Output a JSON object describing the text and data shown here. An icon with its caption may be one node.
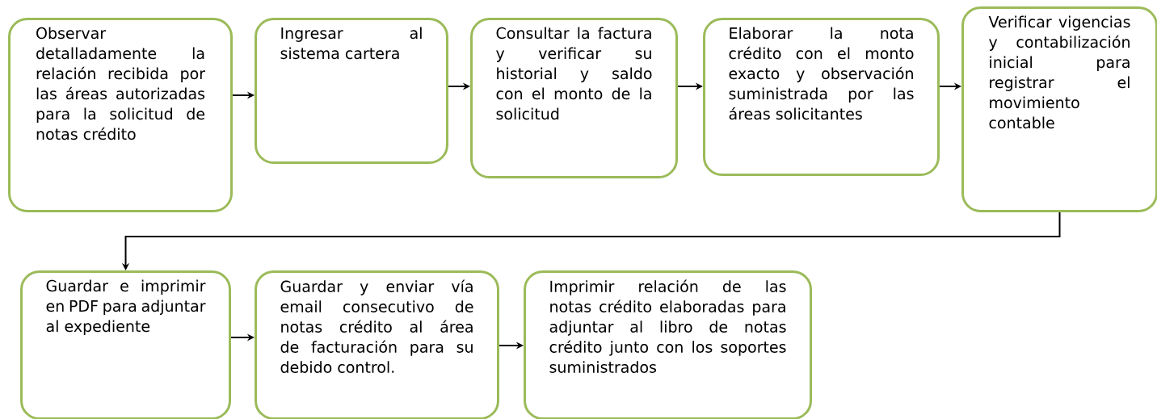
{
  "diagram": {
    "nodes": [
      {
        "text": [
          "Observar detalladamente la relación recibida por las áreas autorizadas para la solicitud de notas crédito"
        ]
      },
      {
        "text": [
          "Ingresar al sistema cartera"
        ]
      },
      {
        "text": [
          "Consultar la factura y verificar su historial y saldo con el monto de la solicitud"
        ]
      },
      {
        "text": [
          "Elaborar la nota crédito con el monto exacto y observación suministrada por las áreas solicitantes"
        ]
      },
      {
        "text": [
          "Verificar vigencias y contabilización inicial para registrar el movimiento contable"
        ]
      },
      {
        "text": [
          "Guardar e imprimir en PDF para adjuntar al expediente"
        ]
      },
      {
        "text": [
          "Guardar y enviar vía email consecutivo de notas crédito al área de facturación para su debido control."
        ]
      },
      {
        "text": [
          "Imprimir relación de las notas crédito elaboradas para adjuntar al libro de notas crédito junto con los soportes suministrados"
        ]
      }
    ],
    "edges": [
      {
        "from": 0,
        "to": 1,
        "arrow": "to"
      },
      {
        "from": 1,
        "to": 2,
        "arrow": "to"
      },
      {
        "from": 2,
        "to": 3,
        "arrow": "to"
      },
      {
        "from": 3,
        "to": 4,
        "arrow": "to"
      },
      {
        "from": 4,
        "to": 5,
        "arrow": "to"
      },
      {
        "from": 5,
        "to": 6,
        "arrow": "to"
      },
      {
        "from": 6,
        "to": 7,
        "arrow": "to"
      }
    ]
  }
}
